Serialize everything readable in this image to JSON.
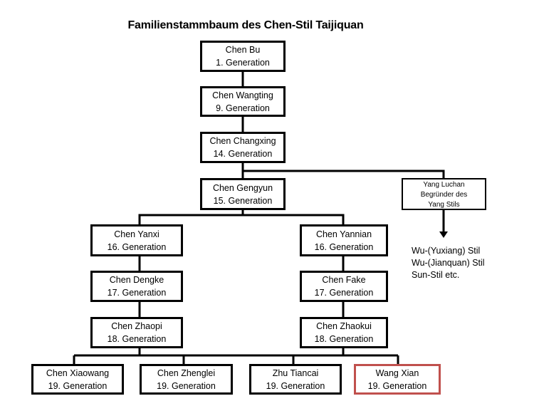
{
  "title": "Familienstammbaum des Chen-Stil Taijiquan",
  "colors": {
    "line": "#000000",
    "highlight": "#c0504d"
  },
  "nodes": {
    "chen_bu": {
      "name": "Chen Bu",
      "generation": "1. Generation"
    },
    "chen_wangting": {
      "name": "Chen Wangting",
      "generation": "9. Generation"
    },
    "chen_changxing": {
      "name": "Chen Changxing",
      "generation": "14. Generation"
    },
    "chen_gengyun": {
      "name": "Chen Gengyun",
      "generation": "15. Generation"
    },
    "yang_luchan": {
      "line1": "Yang Luchan",
      "line2": "Begründer des",
      "line3": "Yang Stils"
    },
    "chen_yanxi": {
      "name": "Chen Yanxi",
      "generation": "16. Generation"
    },
    "chen_yannian": {
      "name": "Chen Yannian",
      "generation": "16. Generation"
    },
    "chen_dengke": {
      "name": "Chen  Dengke",
      "generation": "17. Generation"
    },
    "chen_fake": {
      "name": "Chen Fake",
      "generation": "17. Generation"
    },
    "chen_zhaopi": {
      "name": "Chen Zhaopi",
      "generation": "18. Generation"
    },
    "chen_zhaokui": {
      "name": "Chen Zhaokui",
      "generation": "18. Generation"
    },
    "chen_xiaowang": {
      "name": "Chen Xiaowang",
      "generation": "19. Generation"
    },
    "chen_zhenglei": {
      "name": "Chen  Zhenglei",
      "generation": "19. Generation"
    },
    "zhu_tiancai": {
      "name": "Zhu Tiancai",
      "generation": "19. Generation"
    },
    "wang_xian": {
      "name": "Wang Xian",
      "generation": "19. Generation"
    }
  },
  "derived_styles": [
    "Wu-(Yuxiang) Stil",
    "Wu-(Jianquan) Stil",
    "Sun-Stil etc."
  ]
}
